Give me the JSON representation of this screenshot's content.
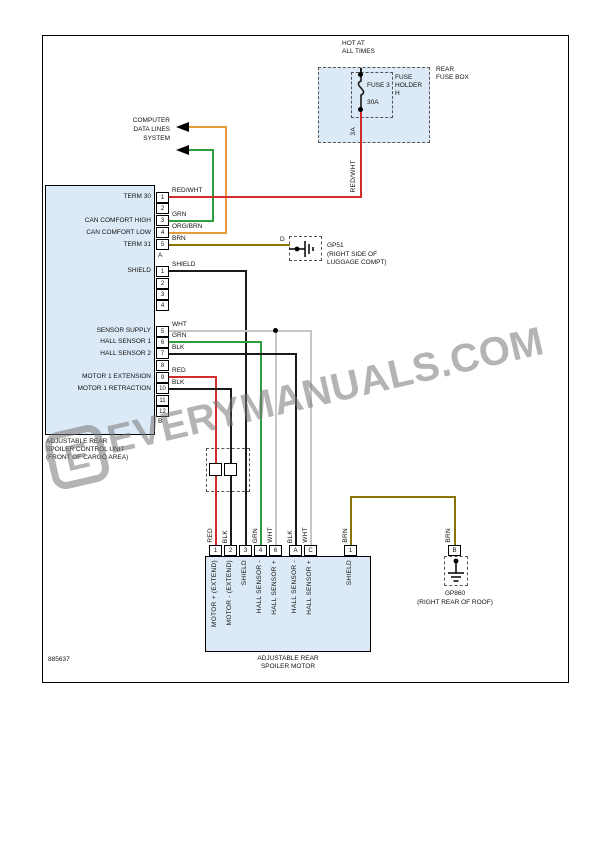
{
  "watermark": {
    "text": "EVERYMANUALS.COM",
    "logo_letter": "E"
  },
  "footer": {
    "diagram_number": "885637"
  },
  "fuse_box": {
    "hot_line1": "HOT AT",
    "hot_line2": "ALL TIMES",
    "name_line1": "REAR",
    "name_line2": "FUSE BOX",
    "holder_label": "FUSE HOLDER H",
    "fuse_name": "FUSE 3",
    "fuse_rating": "30A",
    "terminal_label": "3A",
    "wire_label": "RED/WHT"
  },
  "computer_data_lines": {
    "line1": "COMPUTER",
    "line2": "DATA LINES",
    "line3": "SYSTEM"
  },
  "control_unit": {
    "caption_line1": "ADJUSTABLE REAR",
    "caption_line2": "SPOILER CONTROL UNIT",
    "caption_line3": "(FRONT OF CARGO AREA)",
    "connector_a_letter": "A",
    "connector_b_letter": "B",
    "a_pins": [
      {
        "pin": "1",
        "label": "TERM 30",
        "wire": "RED/WHT"
      },
      {
        "pin": "2"
      },
      {
        "pin": "3",
        "label": "CAN COMFORT HIGH",
        "wire": "GRN"
      },
      {
        "pin": "4",
        "label": "CAN COMFORT LOW",
        "wire": "ORG/BRN"
      },
      {
        "pin": "5",
        "label": "TERM 31",
        "wire": "BRN"
      }
    ],
    "b_pins": [
      {
        "pin": "1",
        "label": "SHIELD",
        "wire": "SHIELD"
      },
      {
        "pin": "2"
      },
      {
        "pin": "3"
      },
      {
        "pin": "4"
      },
      {
        "pin": "5",
        "label": "SENSOR SUPPLY",
        "wire": "WHT"
      },
      {
        "pin": "6",
        "label": "HALL SENSOR 1",
        "wire": "GRN"
      },
      {
        "pin": "7",
        "label": "HALL SENSOR 2",
        "wire": "BLK"
      },
      {
        "pin": "8"
      },
      {
        "pin": "9",
        "label": "MOTOR 1 EXTENSION",
        "wire": "RED"
      },
      {
        "pin": "10",
        "label": "MOTOR 1 RETRACTION",
        "wire": "BLK"
      },
      {
        "pin": "11"
      },
      {
        "pin": "12"
      }
    ]
  },
  "ground_gp51": {
    "pin_letter": "D",
    "name": "GP51",
    "location_line1": "(RIGHT SIDE OF",
    "location_line2": "LUGGAGE COMPT)"
  },
  "ground_gp860": {
    "pin_letter": "B",
    "wire_label": "BRN",
    "name": "GP860",
    "location": "(RIGHT REAR OF ROOF)"
  },
  "motor": {
    "caption_line1": "ADJUSTABLE REAR",
    "caption_line2": "SPOILER MOTOR",
    "pins": [
      {
        "pin": "1",
        "wire": "RED",
        "label": "MOTOR + (EXTEND)"
      },
      {
        "pin": "2",
        "wire": "BLK",
        "label": "MOTOR - (EXTEND)"
      },
      {
        "pin": "3",
        "wire": "",
        "label": "SHIELD"
      },
      {
        "pin": "4",
        "wire": "GRN",
        "label": "HALL SENSOR -"
      },
      {
        "pin": "6",
        "wire": "WHT",
        "label": "HALL SENSOR +"
      },
      {
        "pin": "A",
        "wire": "BLK",
        "label": "HALL SENSOR -"
      },
      {
        "pin": "C",
        "wire": "WHT",
        "label": "HALL SENSOR +"
      },
      {
        "pin": "1",
        "wire": "BRN",
        "label": "SHIELD"
      }
    ]
  },
  "wire_colors": {
    "red": "#d02c2c",
    "green": "#2f9e41",
    "orange": "#e89b3a",
    "brown": "#8c7300",
    "black": "#1a1a1a",
    "white": "#c6c6c6"
  },
  "ui_colors": {
    "component_fill": "#dce9f6",
    "watermark_gray": "#787878"
  }
}
